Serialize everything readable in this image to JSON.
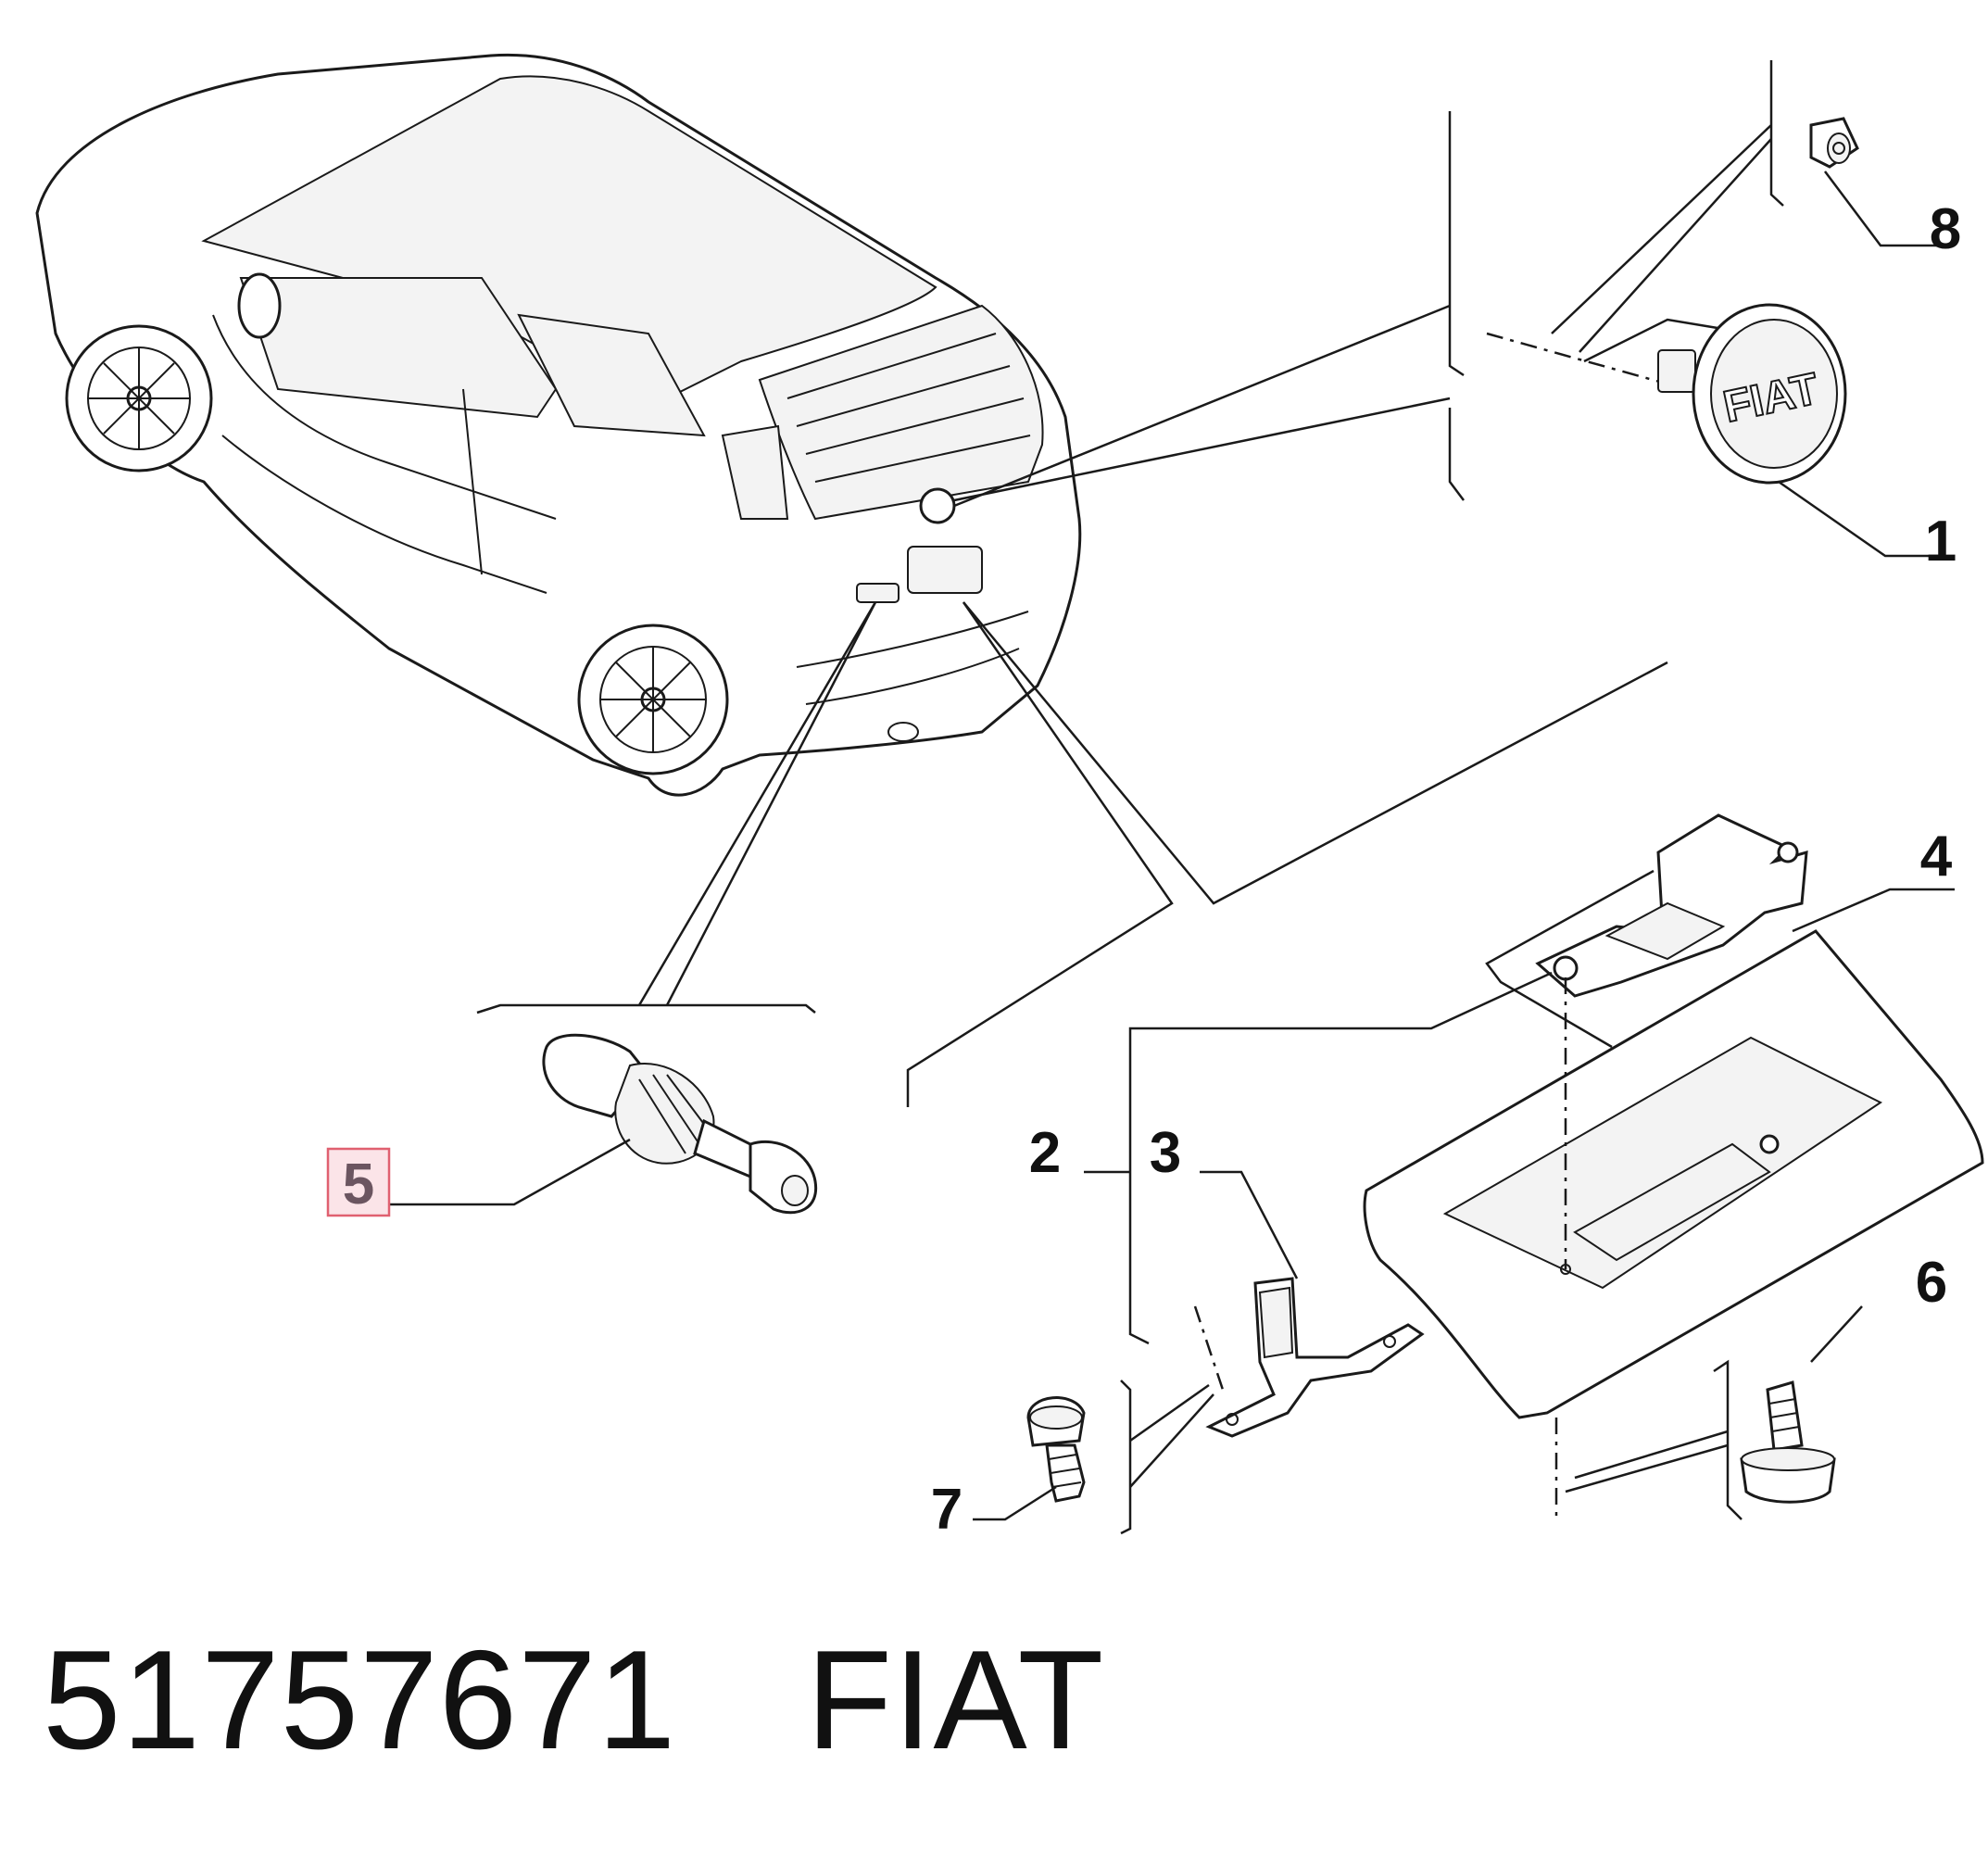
{
  "callouts": [
    {
      "id": "1",
      "label": "1",
      "highlighted": false
    },
    {
      "id": "2",
      "label": "2",
      "highlighted": false
    },
    {
      "id": "3",
      "label": "3",
      "highlighted": false
    },
    {
      "id": "4",
      "label": "4",
      "highlighted": false
    },
    {
      "id": "5",
      "label": "5",
      "highlighted": true
    },
    {
      "id": "6",
      "label": "6",
      "highlighted": false
    },
    {
      "id": "7",
      "label": "7",
      "highlighted": false
    },
    {
      "id": "8",
      "label": "8",
      "highlighted": false
    }
  ],
  "badge_text": "FIAT",
  "footer": {
    "part_number": "51757671",
    "brand": "FIAT"
  },
  "colors": {
    "line": "#1a1a1a",
    "highlight_border": "#e06070",
    "highlight_fill": "#fbe4e8",
    "highlight_text": "#6b5560"
  }
}
